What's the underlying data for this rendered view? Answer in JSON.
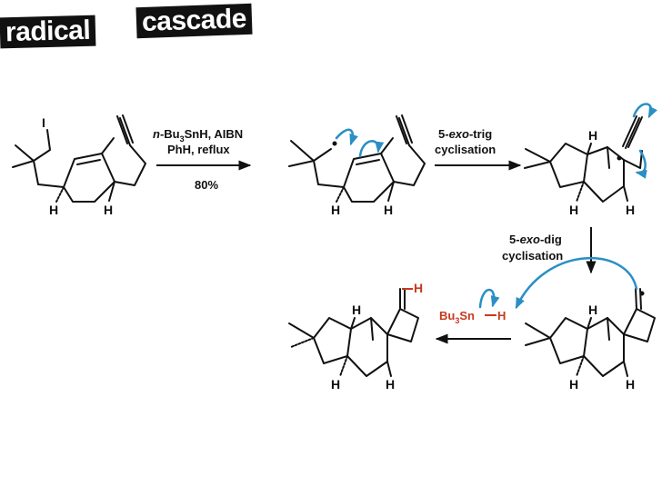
{
  "title": {
    "word1": "radical",
    "word2": "cascade"
  },
  "step1": {
    "reagent_prefix": "n",
    "reagent_rest": "-Bu",
    "reagent_sub": "3",
    "reagent_tail": "SnH, AIBN",
    "line2": "PhH, reflux",
    "yield": "80%"
  },
  "step2": {
    "pre": "5-",
    "ital": "exo",
    "post": "-trig",
    "line2": "cyclisation"
  },
  "step3": {
    "pre": "5-",
    "ital": "exo",
    "post": "-dig",
    "line2": "cyclisation"
  },
  "reagent": {
    "bu": "Bu",
    "sub": "3",
    "sn": "Sn",
    "h": "H"
  },
  "atoms": {
    "iodine": "I",
    "hydrogen": "H"
  },
  "colors": {
    "curly_arrow": "#2a8fc5",
    "highlight": "#c8391f",
    "title_bg": "#111111"
  }
}
